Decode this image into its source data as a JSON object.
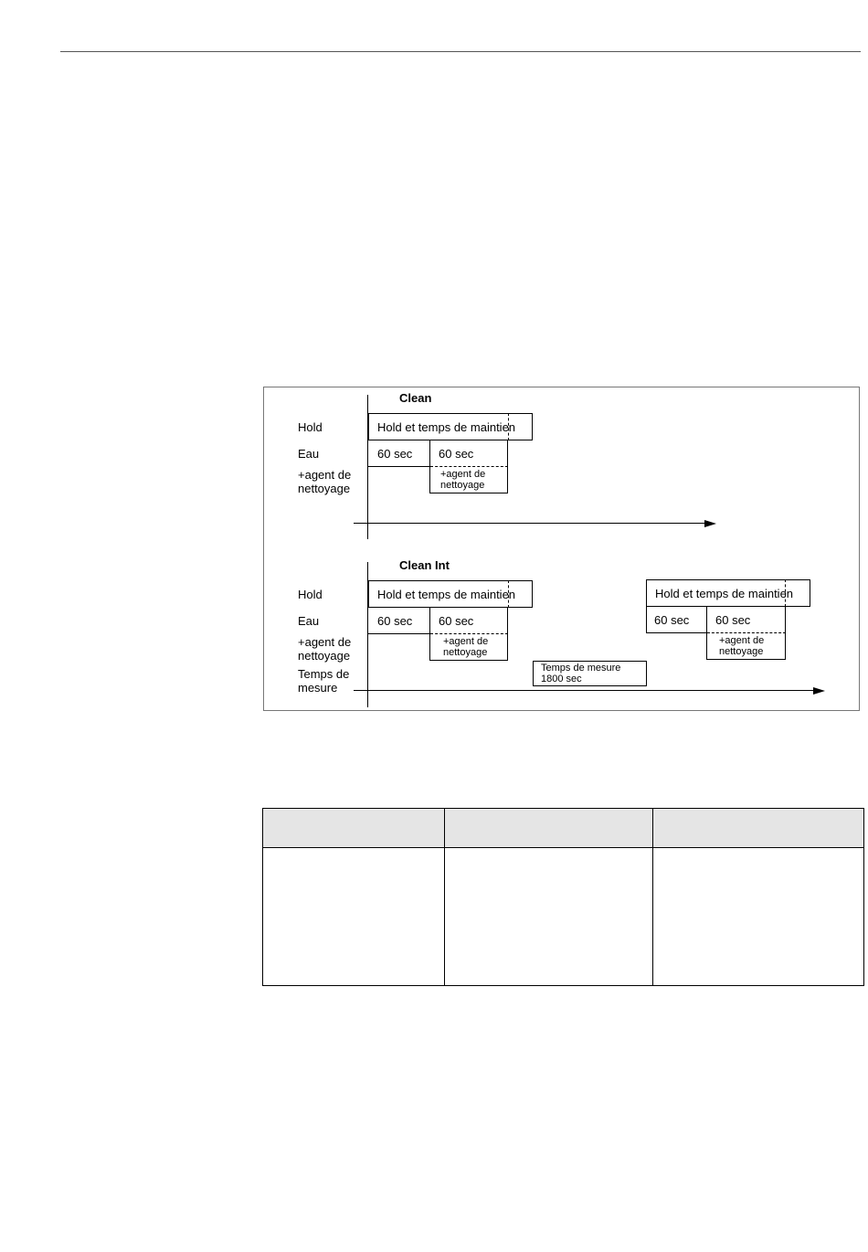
{
  "diagram": {
    "clean": {
      "title": "Clean",
      "row_labels": {
        "hold": "Hold",
        "eau": "Eau",
        "agent": "+agent de\nnettoyage"
      },
      "hold_box": "Hold et temps de maintien",
      "eau_box_1": "60 sec",
      "eau_box_2": "60 sec",
      "agent_box": "+agent de\nnettoyage"
    },
    "clean_int": {
      "title": "Clean Int",
      "row_labels": {
        "hold": "Hold",
        "eau": "Eau",
        "agent": "+agent de\nnettoyage",
        "mesure": "Temps de\nmesure"
      },
      "hold_box_1": "Hold et temps de maintien",
      "eau_box_1a": "60 sec",
      "eau_box_1b": "60 sec",
      "agent_box_1": "+agent de\nnettoyage",
      "mesure_box": "Temps de mesure\n1800 sec",
      "hold_box_2": "Hold et temps de maintien",
      "eau_box_2a": "60 sec",
      "eau_box_2b": "60 sec",
      "agent_box_2": "+agent de\nnettoyage"
    }
  },
  "table": {
    "headers": [
      "",
      "",
      ""
    ],
    "rows": [
      [
        "",
        "",
        ""
      ]
    ]
  }
}
